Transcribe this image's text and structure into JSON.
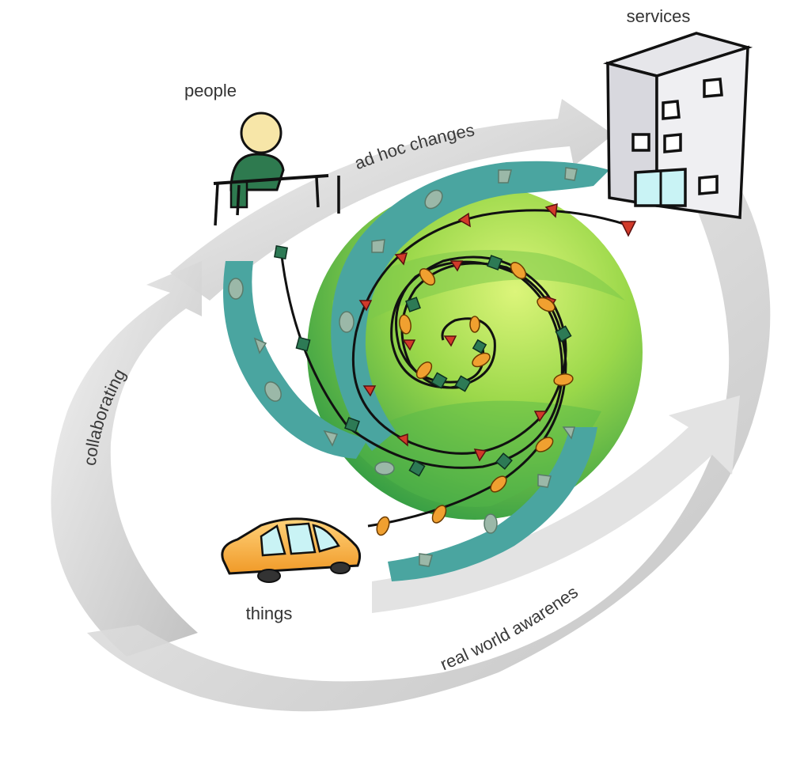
{
  "nodes": {
    "people": "people",
    "services": "services",
    "things": "things"
  },
  "cycle_labels": {
    "top": "ad hoc changes",
    "left": "collaborating",
    "bottom": "real world awarenes"
  },
  "colors": {
    "cycle_arrow": "#cfcfcf",
    "teal_band": "#4aa5a0",
    "sphere_light": "#c8f05a",
    "sphere_dark": "#3aa84a",
    "marker_red": "#d23a2a",
    "marker_orange": "#f0a030",
    "marker_green": "#2d7a55",
    "car": "#f5b040",
    "person": "#2e7a4f"
  },
  "icons": {
    "people": "person-at-desk-icon",
    "services": "building-icon",
    "things": "car-icon"
  }
}
